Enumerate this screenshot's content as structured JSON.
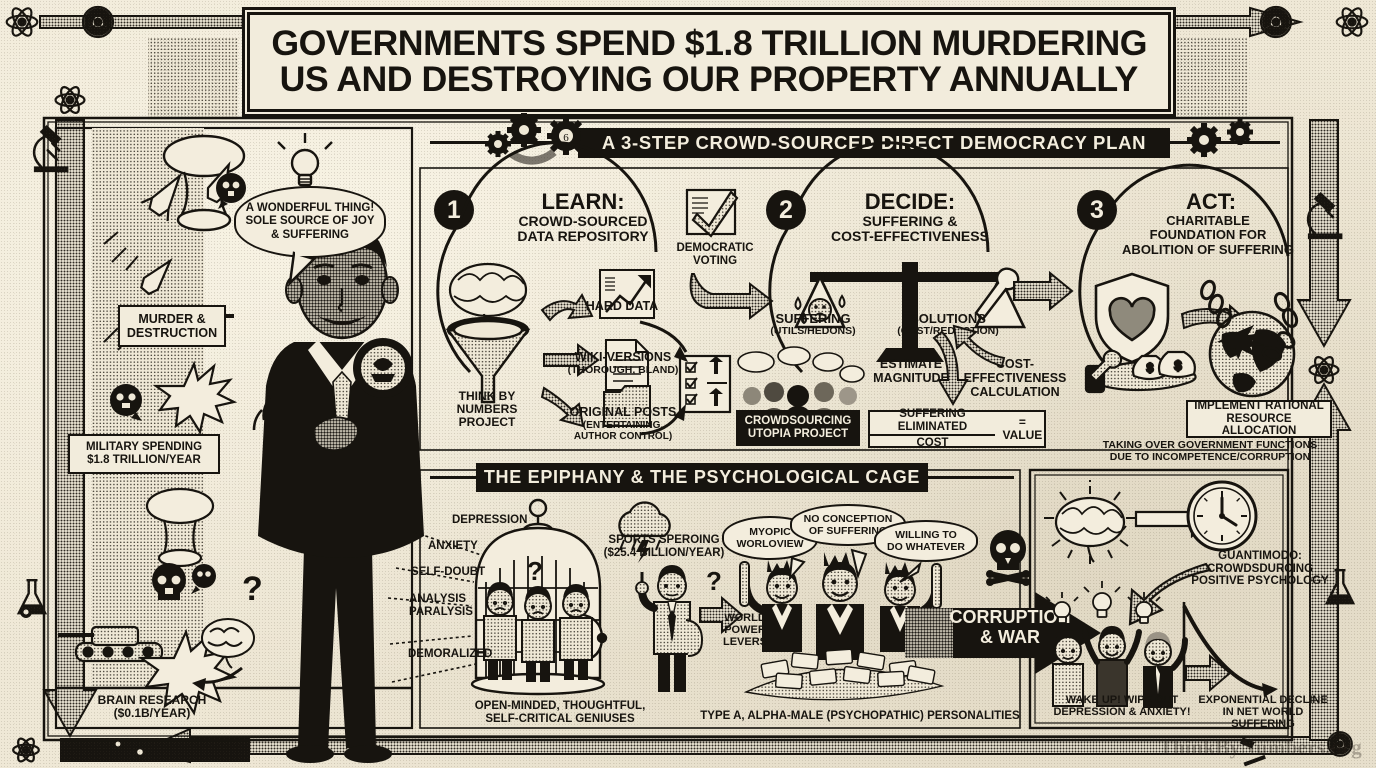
{
  "meta": {
    "watermark": "ThinkByNumbers.org",
    "bg_color": "#efe8d6",
    "ink_color": "#17140f"
  },
  "title": {
    "line1": "GOVERNMENTS SPEND $1.8 TRILLION MURDERING",
    "line2": "US AND DESTROYING OUR PROPERTY ANNUALLY"
  },
  "banners": {
    "plan": "A 3-STEP CROWD-SOURCED DIRECT DEMOCRACY PLAN",
    "epiphany": "THE EPIPHANY & THE PSYCHOLOGICAL CAGE"
  },
  "left_panel": {
    "speech_bubble": {
      "line1": "A WONDERFUL THING!",
      "line2": "SOLE SOURCE OF JOY",
      "line3": "& SUFFERING"
    },
    "label_murder": {
      "line1": "MURDER &",
      "line2": "DESTRUCTION"
    },
    "label_military": {
      "line1": "MILITARY SPENDING",
      "line2": "$1.8 TRILLION/YEAR"
    },
    "label_brain": {
      "line1": "BRAIN RESEARCH",
      "line2": "($0.1B/YEAR)"
    }
  },
  "step1": {
    "number": "1",
    "heading": "LEARN:",
    "sub1": "CROWD-SOURCED",
    "sub2": "DATA REPOSITORY",
    "funnel_label": {
      "line1": "THINK BY",
      "line2": "NUMBERS",
      "line3": "PROJECT"
    },
    "outputs": [
      {
        "name": "HARD DATA",
        "sub": ""
      },
      {
        "name": "WIKI-VERSIONS",
        "sub": "(THOROUGH, BLAND)"
      },
      {
        "name": "ORIGINAL POSTS",
        "sub": "(ENTERTAINING,",
        "sub2": "AUTHOR CONTROL)"
      }
    ],
    "voting": {
      "line1": "DEMOCRATIC",
      "line2": "VOTING"
    }
  },
  "step2": {
    "number": "2",
    "heading": "DECIDE:",
    "sub1": "SUFFERING &",
    "sub2": "COST-EFFECTIVENESS",
    "scale_left": {
      "name": "SUFFERING",
      "unit": "(UTILS/HEDONS)"
    },
    "scale_right": {
      "name": "SOLUTIONS",
      "unit": "(COST/REDUCTION)"
    },
    "estimate": {
      "line1": "ESTIMATE",
      "line2": "MAGNITUDE"
    },
    "cost_calc": {
      "line1": "COST-",
      "line2": "EFFECTIVENESS",
      "line3": "CALCULATION"
    },
    "crowd_label": {
      "line1": "CROWDSOURCING",
      "line2": "UTOPIA PROJECT"
    },
    "formula": {
      "numerator": "SUFFERING ELIMINATED",
      "denominator": "COST",
      "result": "= VALUE"
    }
  },
  "step3": {
    "number": "3",
    "heading": "ACT:",
    "sub1": "CHARITABLE",
    "sub2": "FOUNDATION FOR",
    "sub3": "ABOLITION OF SUFFERING",
    "implement": {
      "line1": "IMPLEMENT RATIONAL",
      "line2": "RESOURCE ALLOCATION"
    },
    "footnote": {
      "line1": "TAKING OVER GOVERNMENT FUNCTIONS",
      "line2": "DUE TO INCOMPETENCE/CORRUPTION"
    }
  },
  "cage": {
    "labels": [
      "DEPRESSION",
      "ANXIETY",
      "SELF-DOUBT",
      "ANALYSIS\nPARALYSIS",
      "DEMORALIZED"
    ],
    "label_analysis_l1": "ANALYSIS",
    "label_analysis_l2": "PARALYSIS",
    "caption": {
      "line1": "OPEN-MINDED, THOUGHTFUL,",
      "line2": "SELF-CRITICAL GENIUSES"
    },
    "sports": {
      "line1": "SPORTS SPEROING",
      "line2": "($25.4 BILLION/YEAR)"
    }
  },
  "alpha": {
    "bubbles": [
      {
        "line1": "MYOPIC",
        "line2": "WORLOVIEW"
      },
      {
        "line1": "NO CONCEPTION",
        "line2": "OF SUFFERING"
      },
      {
        "line1": "WILLING TO",
        "line2": "DO WHATEVER"
      }
    ],
    "levers": {
      "line1": "WORLD",
      "line2": "POWER",
      "line3": "LEVERS"
    },
    "arrow": {
      "line1": "CORRUPTION",
      "line2": "& WAR"
    },
    "caption": "TYPE A, ALPHA-MALE (PSYCHOPATHIC) PERSONALITIES"
  },
  "solution_panel": {
    "guantimodo": {
      "line1": "GUANTIMODO:",
      "line2": "CROWDSDURCING",
      "line3": "POSITIVE PSYCHOLOGY"
    },
    "wakeup": {
      "line1": "WAKE UP! WIPE OUT",
      "line2": "DEPRESSION & ANXIETY!"
    },
    "decline": {
      "line1": "EXPONENTIAL DECLINE",
      "line2": "IN NET WORLD SUFFERING"
    }
  },
  "icons": {
    "atom": "atom-icon",
    "radiation": "radiation-icon",
    "microscope": "microscope-icon",
    "flask": "flask-icon",
    "gear": "gear-icon",
    "skull": "skull-icon",
    "brain": "brain-icon",
    "bulb": "lightbulb-icon",
    "clock": "clock-icon",
    "globe": "globe-icon",
    "shield-heart": "shield-heart-icon",
    "scale": "balance-scale-icon",
    "funnel": "funnel-icon",
    "chart": "bar-chart-icon",
    "document": "document-icon",
    "folder": "folder-icon",
    "ballot": "ballot-check-icon",
    "checklist": "checklist-icon",
    "cage": "birdcage-icon",
    "cloud-rain": "rain-cloud-icon",
    "money": "money-pile-icon",
    "tank": "tank-icon",
    "missile": "missile-icon",
    "mushroom-cloud": "mushroom-cloud-icon",
    "crown": "crown-icon"
  }
}
